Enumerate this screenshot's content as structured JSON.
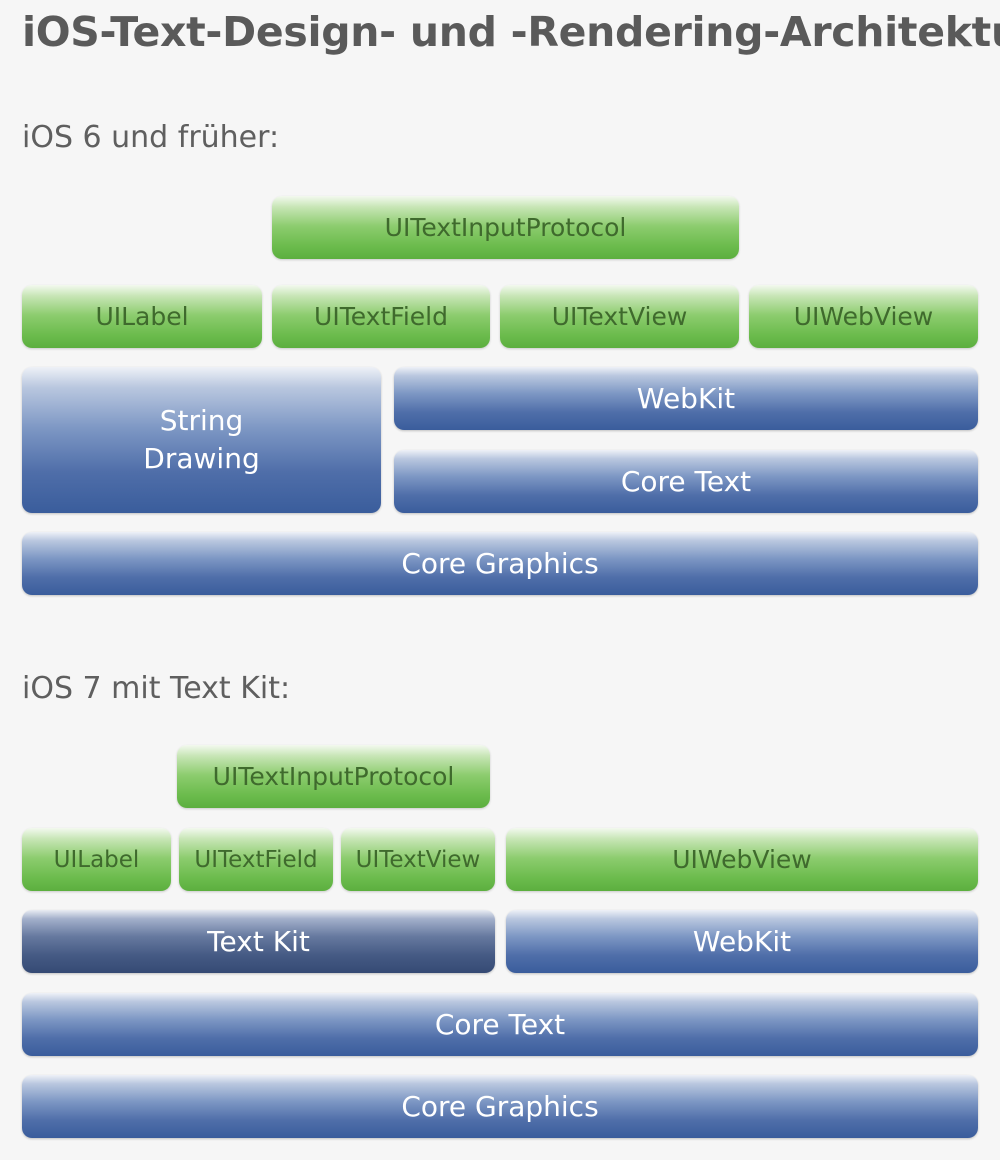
{
  "title": "iOS-Text-Design- und -Rendering-Architektur",
  "section1": {
    "label": "iOS 6 und früher:",
    "text_input_protocol": "UITextInputProtocol",
    "ui_label": "UILabel",
    "ui_text_field": "UITextField",
    "ui_text_view": "UITextView",
    "ui_web_view": "UIWebView",
    "string_drawing_line1": "String",
    "string_drawing_line2": "Drawing",
    "webkit": "WebKit",
    "core_text": "Core Text",
    "core_graphics": "Core Graphics"
  },
  "section2": {
    "label": "iOS 7 mit Text Kit:",
    "text_input_protocol": "UITextInputProtocol",
    "ui_label": "UILabel",
    "ui_text_field": "UITextField",
    "ui_text_view": "UITextView",
    "ui_web_view": "UIWebView",
    "text_kit": "Text Kit",
    "webkit": "WebKit",
    "core_text": "Core Text",
    "core_graphics": "Core Graphics"
  },
  "colors": {
    "green_layer": "#6bbb4c",
    "blue_layer": "#3a5d9c",
    "dark_blue_layer": "#354a74",
    "background": "#f6f6f6"
  }
}
